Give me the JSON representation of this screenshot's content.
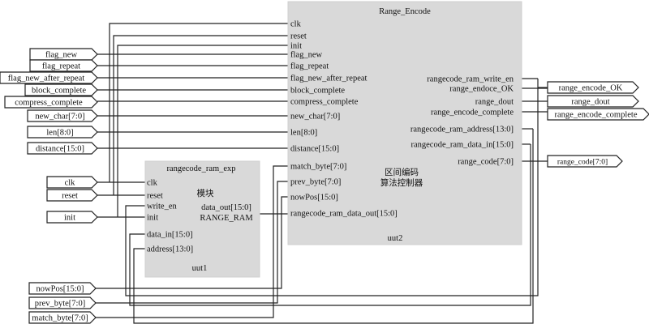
{
  "range_encode": {
    "title": "Range_Encode",
    "instance": "uut2",
    "description_line1": "区间编码",
    "description_line2": "算法控制器",
    "inputs": [
      "clk",
      "reset",
      "init",
      "flag_new",
      "flag_repeat",
      "flag_new_after_repeat",
      "block_complete",
      "compress_complete",
      "new_char[7:0]",
      "len[8:0]",
      "distance[15:0]",
      "match_byte[7:0]",
      "prev_byte[7:0]",
      "nowPos[15:0]",
      "rangecode_ram_data_out[15:0]"
    ],
    "outputs": [
      "rangecode_ram_write_en",
      "range_endoce_OK",
      "range_dout",
      "range_encode_complete",
      "rangecode_ram_address[13:0]",
      "rangecode_ram_data_in[15:0]",
      "range_code[7:0]"
    ]
  },
  "ram": {
    "title": "rangecode_ram_exp",
    "instance": "uut1",
    "description": "模块",
    "name": "RANGE_RAM",
    "inputs": [
      "clk",
      "reset",
      "write_en",
      "init",
      "data_in[15:0]",
      "address[13:0]"
    ],
    "output": "data_out[15:0]"
  },
  "top_inputs": [
    "flag_new",
    "flag_repeat",
    "flag_new_after_repeat",
    "block_complete",
    "compress_complete",
    "new_char[7:0]",
    "len[8:0]",
    "distance[15:0]",
    "clk",
    "reset",
    "init",
    "nowPos[15:0]",
    "prev_byte[7:0]",
    "match_byte[7:0]"
  ],
  "top_outputs": [
    "range_encode_OK",
    "range_dout",
    "range_encode_complete",
    "range_code[7:0]"
  ]
}
